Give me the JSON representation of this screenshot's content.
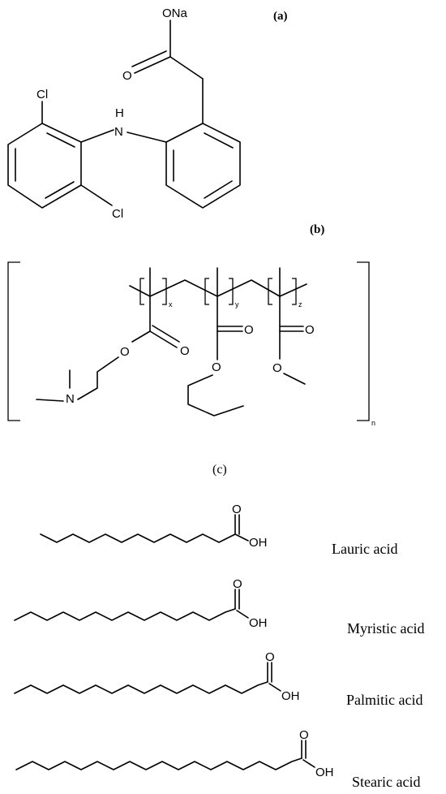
{
  "panels": {
    "a": "(a)",
    "b": "(b)",
    "c": "(c)"
  },
  "diclofenac": {
    "ona": "ONa",
    "nh": "H",
    "n": "N",
    "cl_top": "Cl",
    "cl_bottom": "Cl",
    "o_carbonyl": "O"
  },
  "polymer": {
    "o1": "O",
    "o2": "O",
    "o3": "O",
    "o4": "O",
    "o5": "O",
    "o6": "O",
    "n": "N",
    "sub_x": "x",
    "sub_y": "y",
    "sub_z": "z",
    "sub_n": "n"
  },
  "acids": [
    {
      "name": "Lauric acid",
      "o": "O",
      "oh": "OH"
    },
    {
      "name": "Myristic acid",
      "o": "O",
      "oh": "OH"
    },
    {
      "name": "Palmitic acid",
      "o": "O",
      "oh": "OH"
    },
    {
      "name": "Stearic acid",
      "o": "O",
      "oh": "OH"
    }
  ]
}
